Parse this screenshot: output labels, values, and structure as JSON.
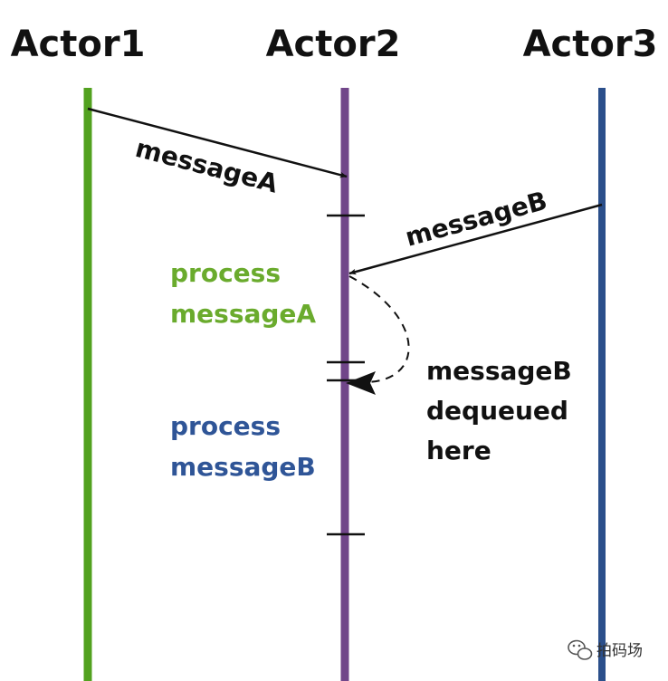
{
  "actors": [
    {
      "name": "Actor1",
      "color": "#52a11f"
    },
    {
      "name": "Actor2",
      "color": "#71468a"
    },
    {
      "name": "Actor3",
      "color": "#2b4f8b"
    }
  ],
  "messages": {
    "a": "messageA",
    "b": "messageB"
  },
  "notes": {
    "process_a": {
      "line1": "process",
      "line2": "messageA",
      "color": "#6aab2d"
    },
    "process_b": {
      "line1": "process",
      "line2": "messageB",
      "color": "#2f5597"
    },
    "dequeued": {
      "line1": "messageB",
      "line2": "dequeued",
      "line3": "here"
    }
  },
  "watermark": {
    "text": "拍码场",
    "icon": "wechat-icon"
  }
}
